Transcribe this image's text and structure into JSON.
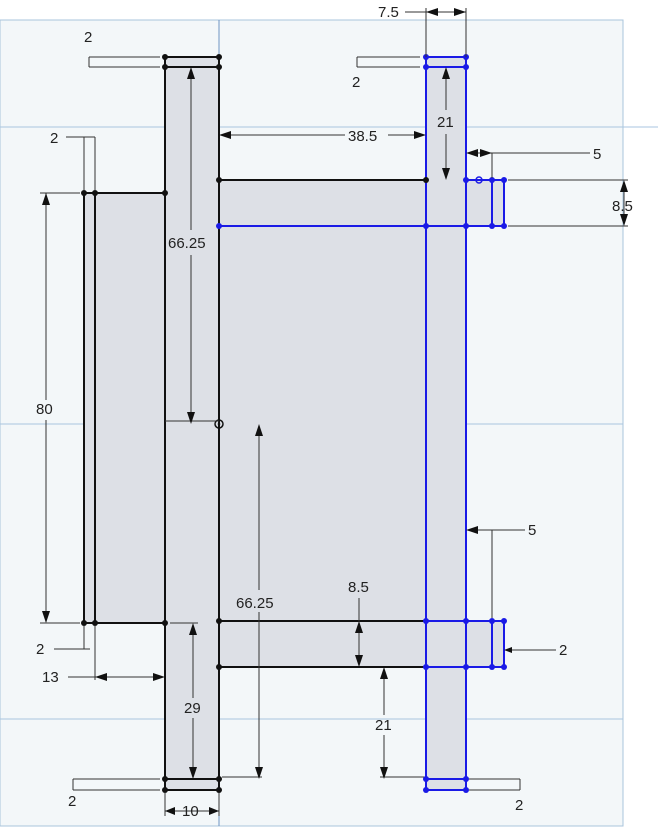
{
  "sketch": {
    "colors": {
      "plane": "#f3f7f9",
      "region": "#dde0e6",
      "selected": "#1a1ae6",
      "geometry": "#111111",
      "grid": "#a9c6e0"
    },
    "dimensions": {
      "top_left_cap": "2",
      "top_right_cap": "2",
      "right_bar_width": "7.5",
      "left_flange_width": "2",
      "plate_offset": "38.5",
      "top_gap": "21",
      "top_tab": "5",
      "top_tab_height": "8.5",
      "left_upper_height": "66.25",
      "flange_height": "80",
      "bottom_tab": "5",
      "right_lower_height": "66.25",
      "bottom_plate_height": "8.5",
      "flange_bottom_width": "2",
      "bottom_tab_width": "2",
      "flange_offset": "13",
      "lower_leg": "29",
      "bottom_gap": "21",
      "bottom_left_cap": "2",
      "left_bar_width": "10",
      "bottom_right_cap": "2"
    }
  }
}
